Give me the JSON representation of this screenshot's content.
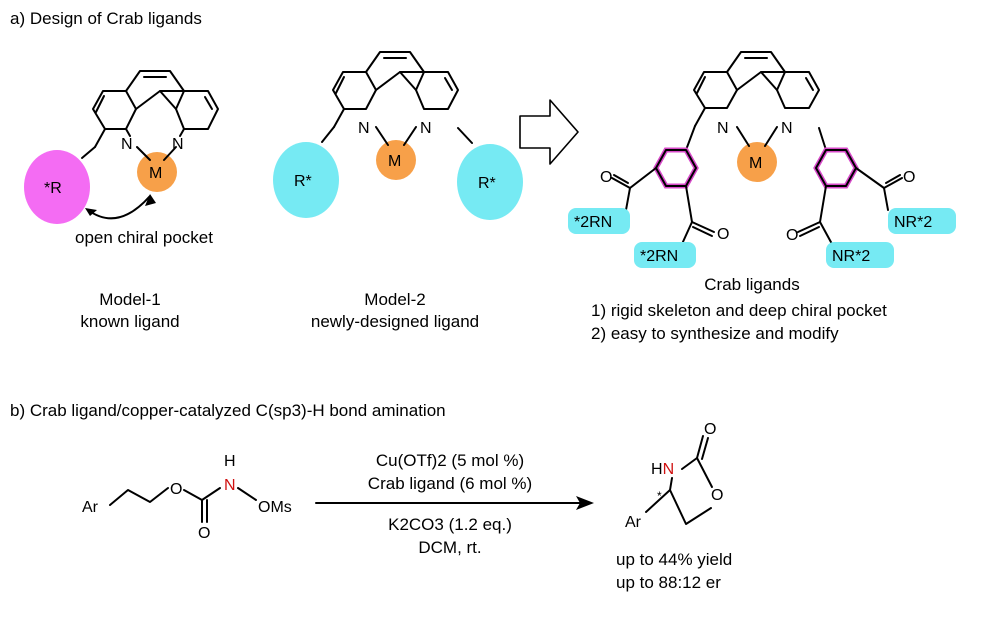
{
  "colors": {
    "magenta": "#f46cf3",
    "cyan": "#76eaf3",
    "orange": "#f7a049",
    "pink_ring": "#d749c9",
    "nitrogen_red": "#d01010"
  },
  "section_a": {
    "title": "a) Design of Crab ligands",
    "model1": {
      "R": "*R",
      "M": "M",
      "N": "N",
      "pocket": "open chiral pocket",
      "name": "Model-1",
      "desc": "known ligand"
    },
    "model2": {
      "R": "R*",
      "M": "M",
      "N": "N",
      "name": "Model-2",
      "desc": "newly-designed ligand"
    },
    "crab": {
      "M": "M",
      "N": "N",
      "O": "O",
      "amine_left_1": "*2RN",
      "amine_left_2": "*2RN",
      "amine_right_1": "NR*2",
      "amine_right_2": "NR*2",
      "title": "Crab ligands",
      "point1": "1) rigid skeleton and deep chiral pocket",
      "point2": "2) easy to synthesize and modify"
    }
  },
  "section_b": {
    "title": "b) Crab ligand/copper-catalyzed C(sp3)-H bond amination",
    "substrate": {
      "Ar": "Ar",
      "O": "O",
      "H": "H",
      "N": "N",
      "OMs": "OMs"
    },
    "conditions_above": [
      "Cu(OTf)2 (5 mol %)",
      "Crab ligand (6 mol %)"
    ],
    "conditions_below": [
      "K2CO3 (1.2 eq.)",
      "DCM, rt."
    ],
    "product": {
      "HN": "HN",
      "O": "O",
      "Ar": "Ar",
      "star": "*"
    },
    "results": [
      "up to 44% yield",
      "up to 88:12 er"
    ]
  }
}
